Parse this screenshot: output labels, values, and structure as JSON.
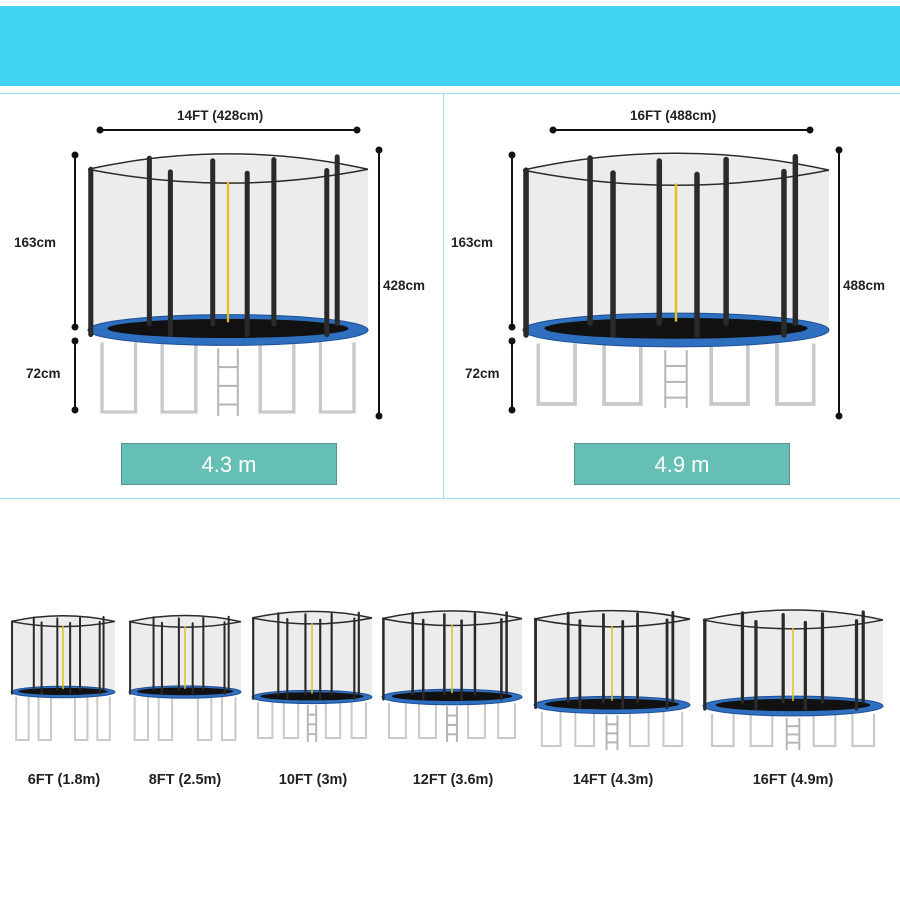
{
  "banner": {
    "color": "#3fd2f2"
  },
  "panels": [
    {
      "width_label": "14FT (428cm)",
      "net_height": "163cm",
      "leg_height": "72cm",
      "total_height": "428cm",
      "size": "4.3 m"
    },
    {
      "width_label": "16FT (488cm)",
      "net_height": "163cm",
      "leg_height": "72cm",
      "total_height": "488cm",
      "size": "4.9 m"
    }
  ],
  "sizes": [
    {
      "label": "6FT (1.8m)"
    },
    {
      "label": "8FT (2.5m)"
    },
    {
      "label": "10FT (3m)"
    },
    {
      "label": "12FT (3.6m)"
    },
    {
      "label": "14FT (4.3m)"
    },
    {
      "label": "16FT (4.9m)"
    }
  ],
  "colors": {
    "accent": "#66bfb4",
    "frame": "#2f6fc0",
    "net": "#dcdcdc",
    "pole": "#2a2a2a",
    "leg": "#c9c9c9"
  }
}
